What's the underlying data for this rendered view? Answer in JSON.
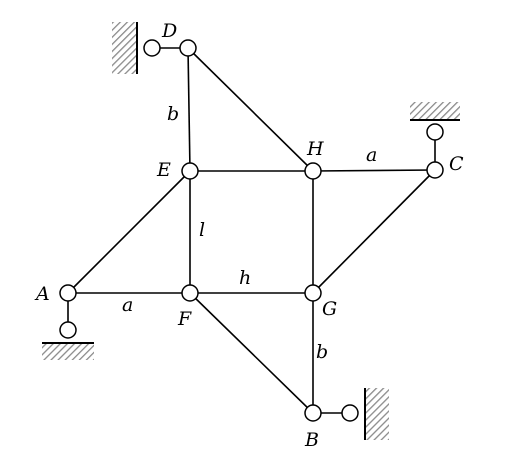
{
  "diagram": {
    "joint_labels": {
      "A": "A",
      "B": "B",
      "C": "C",
      "D": "D",
      "E": "E",
      "F": "F",
      "G": "G",
      "H": "H"
    },
    "dimension_labels": {
      "db": "b",
      "hc": "a",
      "el": "l",
      "af": "a",
      "fh": "h",
      "gb": "b"
    },
    "colors": {
      "line": "#000000",
      "hatch": "#999999",
      "joint_fill": "#ffffff"
    }
  }
}
